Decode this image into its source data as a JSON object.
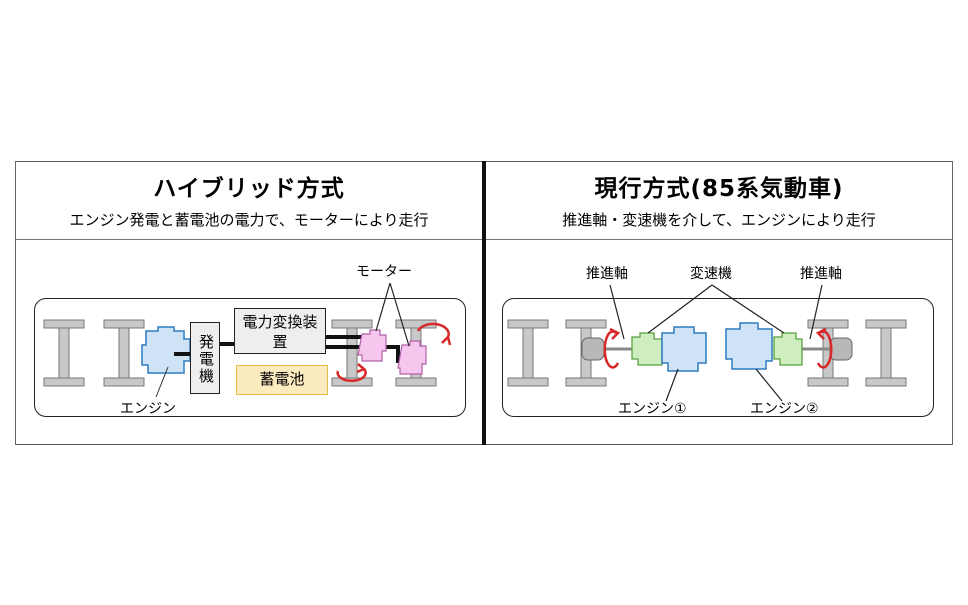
{
  "hybrid": {
    "title": "ハイブリッド方式",
    "subtitle": "エンジン発電と蓄電池の電力で、モーターにより走行",
    "generator": "発電機",
    "converter": "電力変換装置",
    "battery": "蓄電池",
    "motor_label": "モーター",
    "engine_label": "エンジン"
  },
  "current": {
    "title": "現行方式(85系気動車)",
    "subtitle": "推進軸・変速機を介して、エンジンにより走行",
    "shaft_left": "推進軸",
    "transmission": "変速機",
    "shaft_right": "推進軸",
    "engine1": "エンジン①",
    "engine2": "エンジン②"
  },
  "colors": {
    "engine_fill": "#cfe3f7",
    "engine_stroke": "#2f7cc1",
    "motor_fill": "#f6c6ee",
    "motor_stroke": "#b060a8",
    "transmission_fill": "#cfeec0",
    "transmission_stroke": "#58a040",
    "battery_fill": "#fdebc0",
    "battery_stroke": "#e8b850",
    "rotation_arrow": "#d82828",
    "axle_gray": "#b8b8b8"
  }
}
